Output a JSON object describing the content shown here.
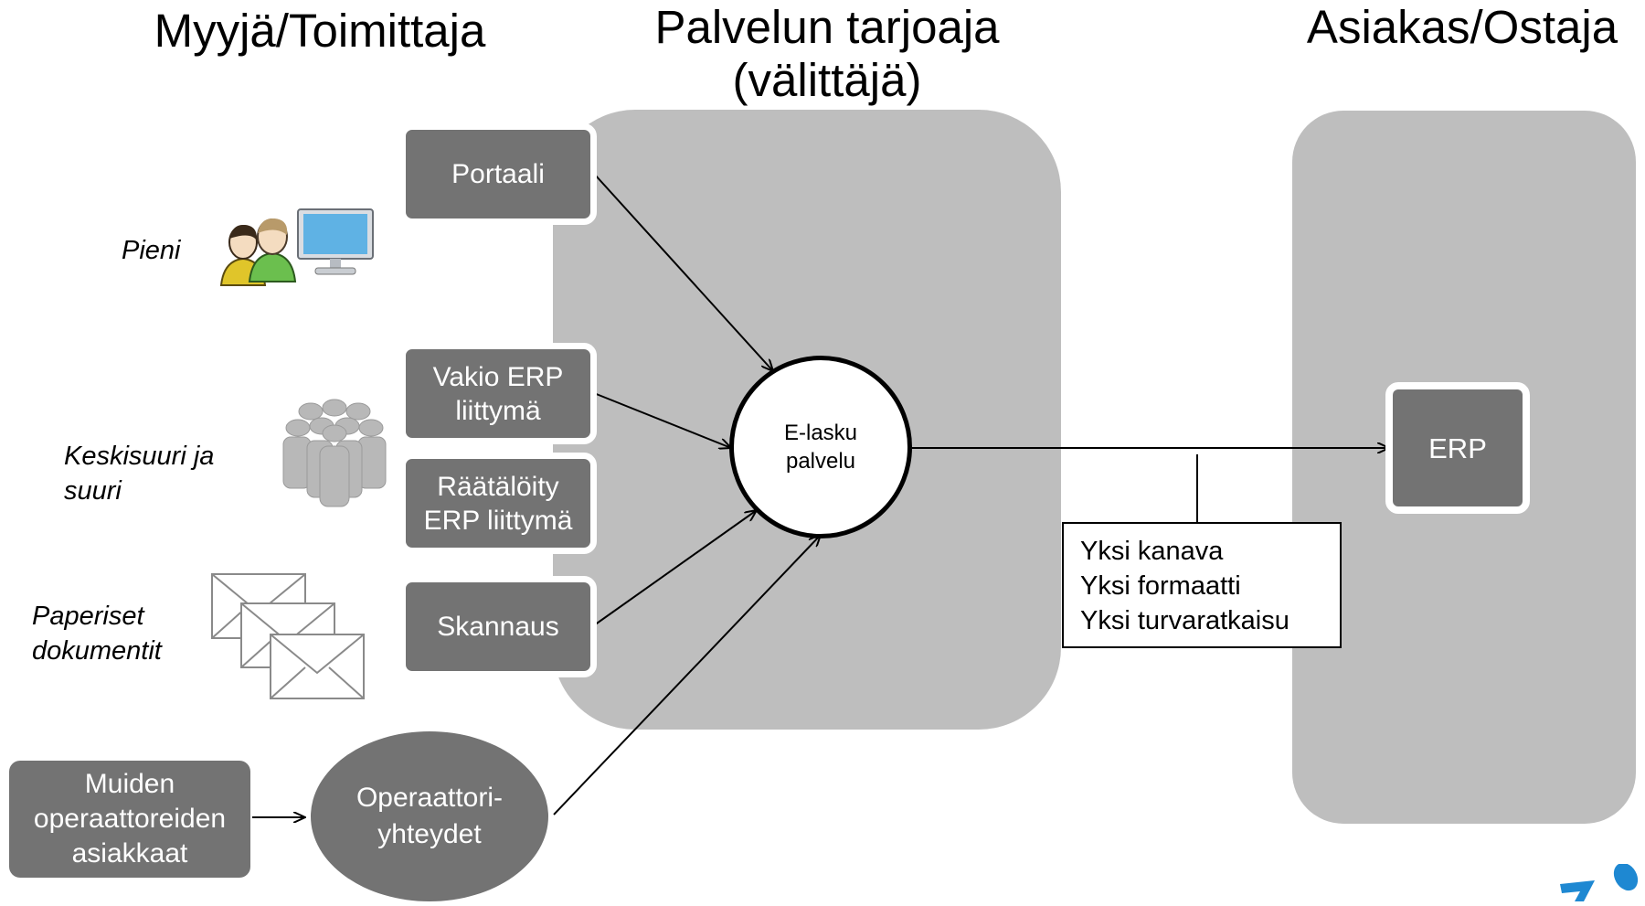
{
  "headings": {
    "seller": "Myyjä/Toimittaja",
    "provider_line1": "Palvelun tarjoaja",
    "provider_line2": "(välittäjä)",
    "buyer": "Asiakas/Ostaja"
  },
  "segments": {
    "small": "Pieni",
    "medium_line1": "Keskisuuri ja",
    "medium_line2": "suuri",
    "paper_line1": "Paperiset",
    "paper_line2": "dokumentit"
  },
  "channels": {
    "portal": "Portaali",
    "standard_erp_line1": "Vakio ERP",
    "standard_erp_line2": "liittymä",
    "custom_erp_line1": "Räätälöity",
    "custom_erp_line2": "ERP liittymä",
    "scanning": "Skannaus"
  },
  "other_operators": {
    "line1": "Muiden",
    "line2": "operaattoreiden",
    "line3": "asiakkaat"
  },
  "operator_connections": {
    "line1": "Operaattori-",
    "line2": "yhteydet"
  },
  "service": {
    "line1": "E-lasku",
    "line2": "palvelu"
  },
  "buyer_erp": "ERP",
  "benefits": [
    "Yksi kanava",
    "Yksi formaatti",
    "Yksi turvaratkaisu"
  ],
  "colors": {
    "panel": "#bebebe",
    "box": "#737373",
    "logo": "#1e88d2"
  },
  "icons": [
    "users-computer-icon",
    "group-icon",
    "envelopes-icon",
    "logo-icon"
  ]
}
